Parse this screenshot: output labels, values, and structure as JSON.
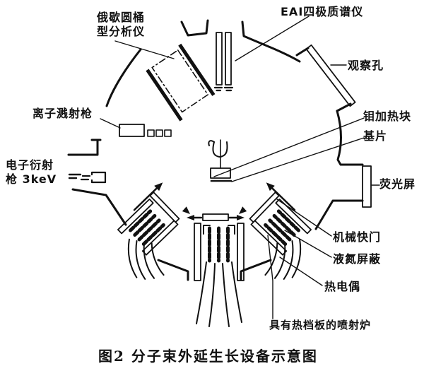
{
  "figure": {
    "caption": "图2  分子束外延生长设备示意图",
    "labels": {
      "auger_line1": "俄歇圆桶",
      "auger_line2": "型分析仪",
      "mass_spec": "EAI四极质谱仪",
      "viewport": "观察孔",
      "mo_heater_block": "钼加热块",
      "substrate": "基片",
      "fluorescent_screen": "荧光屏",
      "ion_gun": "离子溅射枪",
      "e_gun_line1": "电子衍射",
      "e_gun_line2": "枪 3keV",
      "mechanical_shutter": "机械快门",
      "ln2_shield": "液氮屏蔽",
      "thermocouple": "热电偶",
      "effusion_furnace": "具有热档板的喷射炉"
    },
    "colors": {
      "ink": "#111111",
      "background": "#ffffff"
    }
  }
}
